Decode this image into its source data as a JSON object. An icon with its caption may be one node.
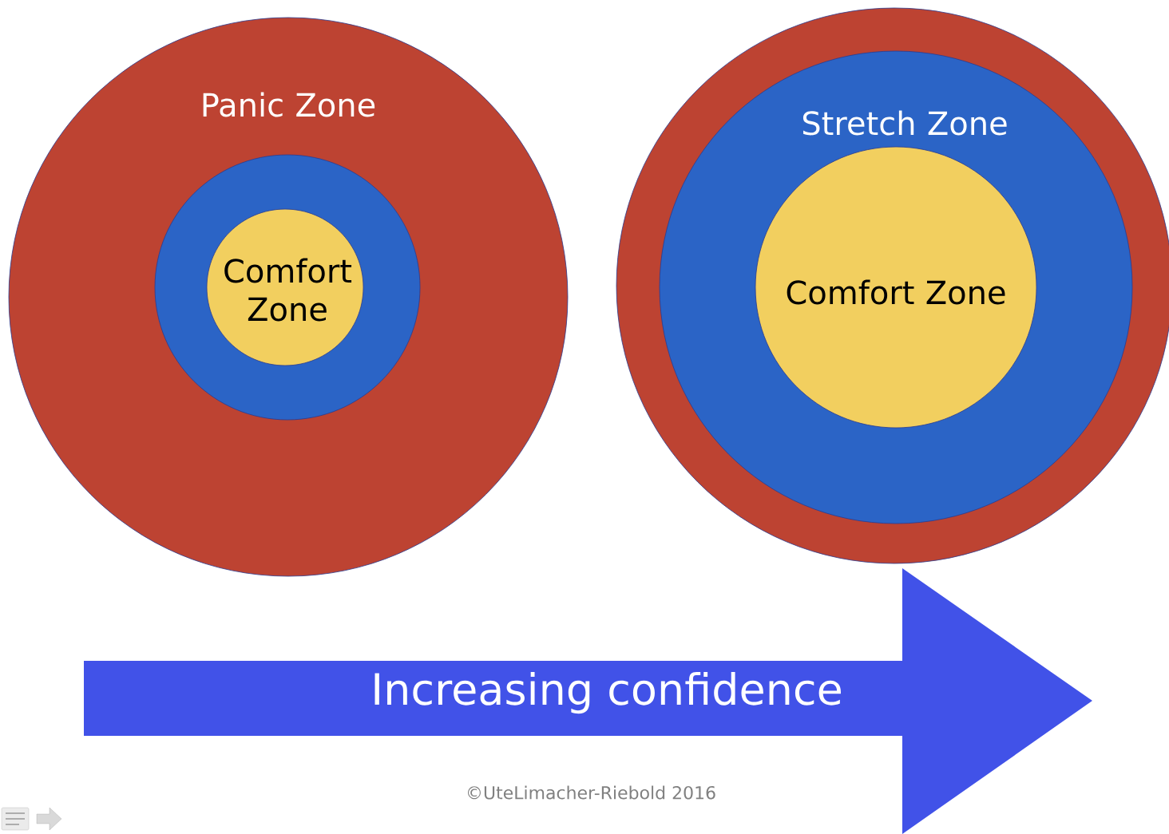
{
  "diagram": {
    "nodes": [
      {
        "text": [
          "Panic Zone"
        ]
      },
      {
        "text": [],
        "shape": "circle",
        "in": 0
      },
      {
        "text": [
          "Comfort Zone"
        ],
        "in": 1
      },
      {
        "text": [],
        "shape": "circle"
      },
      {
        "text": [
          "Stretch Zone"
        ],
        "in": 3
      },
      {
        "text": [
          "Comfort Zone"
        ],
        "in": 4
      },
      {
        "text": [
          "Increasing confidence"
        ]
      }
    ],
    "labels": [
      "©UteLimacher-Riebold 2016"
    ]
  }
}
